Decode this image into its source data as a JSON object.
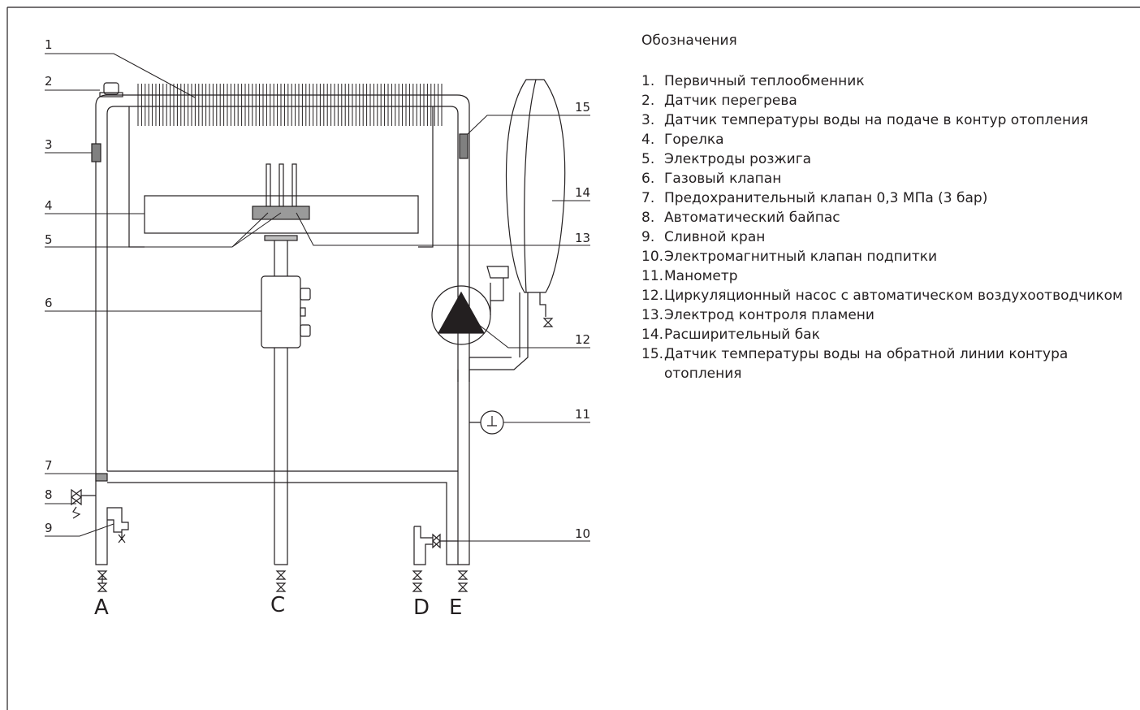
{
  "diagram": {
    "callouts": [
      "1",
      "2",
      "3",
      "4",
      "5",
      "6",
      "7",
      "8",
      "9",
      "10",
      "11",
      "12",
      "13",
      "14",
      "15"
    ],
    "connections": [
      "A",
      "C",
      "D",
      "E"
    ]
  },
  "legend": {
    "title": "Обозначения",
    "items": [
      {
        "num": "1.",
        "text": "Первичный теплообменник"
      },
      {
        "num": "2.",
        "text": "Датчик перегрева"
      },
      {
        "num": "3.",
        "text": "Датчик температуры воды на подаче в контур отопления"
      },
      {
        "num": "4.",
        "text": "Горелка"
      },
      {
        "num": "5.",
        "text": "Электроды розжига"
      },
      {
        "num": "6.",
        "text": "Газовый клапан"
      },
      {
        "num": "7.",
        "text": "Предохранительный клапан 0,3 МПа (3 бар)"
      },
      {
        "num": "8.",
        "text": "Автоматический байпас"
      },
      {
        "num": "9.",
        "text": "Сливной кран"
      },
      {
        "num": "10.",
        "text": "Электромагнитный клапан подпитки"
      },
      {
        "num": "11.",
        "text": "Манометр"
      },
      {
        "num": "12.",
        "text": "Циркуляционный насос с автоматическом воздухоотводчиком"
      },
      {
        "num": "13.",
        "text": "Электрод контроля пламени"
      },
      {
        "num": "14.",
        "text": "Расширительный бак"
      },
      {
        "num": "15.",
        "text": "Датчик температуры воды на обратной линии контура отопления"
      }
    ]
  }
}
